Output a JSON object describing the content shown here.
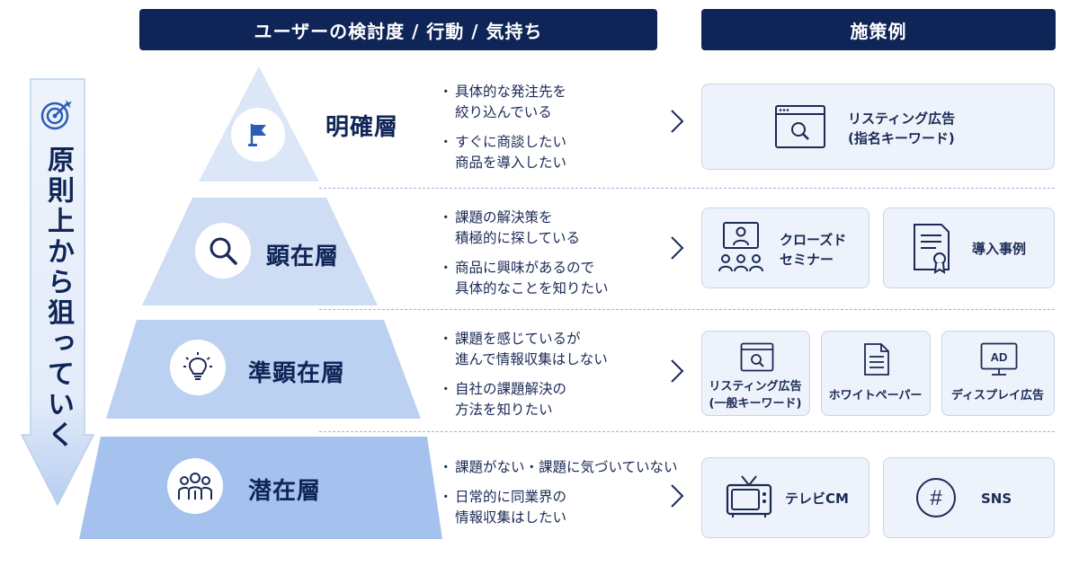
{
  "headers": {
    "left": "ユーザーの検討度 / 行動 / 気持ち",
    "right": "施策例"
  },
  "side_arrow": {
    "text": "原則上から狙っていく",
    "icon": "target-icon"
  },
  "colors": {
    "navy": "#0f2557",
    "tier1": "#dbe6f7",
    "tier2": "#cfddf4",
    "tier3": "#bcd1f1",
    "tier4": "#a5c2ee",
    "card_bg": "#eef3fb"
  },
  "tiers": [
    {
      "label": "明確層",
      "icon": "flag-icon",
      "bullets": [
        [
          "具体的な発注先を",
          "絞り込んでいる"
        ],
        [
          "すぐに商談したい",
          "商品を導入したい"
        ]
      ],
      "cards": [
        {
          "label_lines": [
            "リスティング広告",
            "(指名キーワード)"
          ],
          "icon": "search-window-icon"
        }
      ]
    },
    {
      "label": "顕在層",
      "icon": "magnifier-icon",
      "bullets": [
        [
          "課題の解決策を",
          "積極的に探している"
        ],
        [
          "商品に興味があるので",
          "具体的なことを知りたい"
        ]
      ],
      "cards": [
        {
          "label_lines": [
            "クローズド",
            "セミナー"
          ],
          "icon": "seminar-icon"
        },
        {
          "label_lines": [
            "導入事例"
          ],
          "icon": "certificate-document-icon"
        }
      ]
    },
    {
      "label": "準顕在層",
      "icon": "lightbulb-icon",
      "bullets": [
        [
          "課題を感じているが",
          "進んで情報収集はしない"
        ],
        [
          "自社の課題解決の",
          "方法を知りたい"
        ]
      ],
      "cards": [
        {
          "label_lines": [
            "リスティング広告",
            "(一般キーワード)"
          ],
          "icon": "search-window-icon"
        },
        {
          "label_lines": [
            "ホワイトペーパー"
          ],
          "icon": "document-icon"
        },
        {
          "label_lines": [
            "ディスプレイ広告"
          ],
          "icon": "ad-monitor-icon",
          "icon_text": "AD"
        }
      ]
    },
    {
      "label": "潜在層",
      "icon": "group-icon",
      "bullets": [
        [
          "課題がない・課題に気づいていない"
        ],
        [
          "日常的に同業界の",
          "情報収集はしたい"
        ]
      ],
      "cards": [
        {
          "label_lines": [
            "テレビCM"
          ],
          "icon": "tv-icon"
        },
        {
          "label_lines": [
            "SNS"
          ],
          "icon": "hashtag-icon",
          "icon_text": "#"
        }
      ]
    }
  ]
}
